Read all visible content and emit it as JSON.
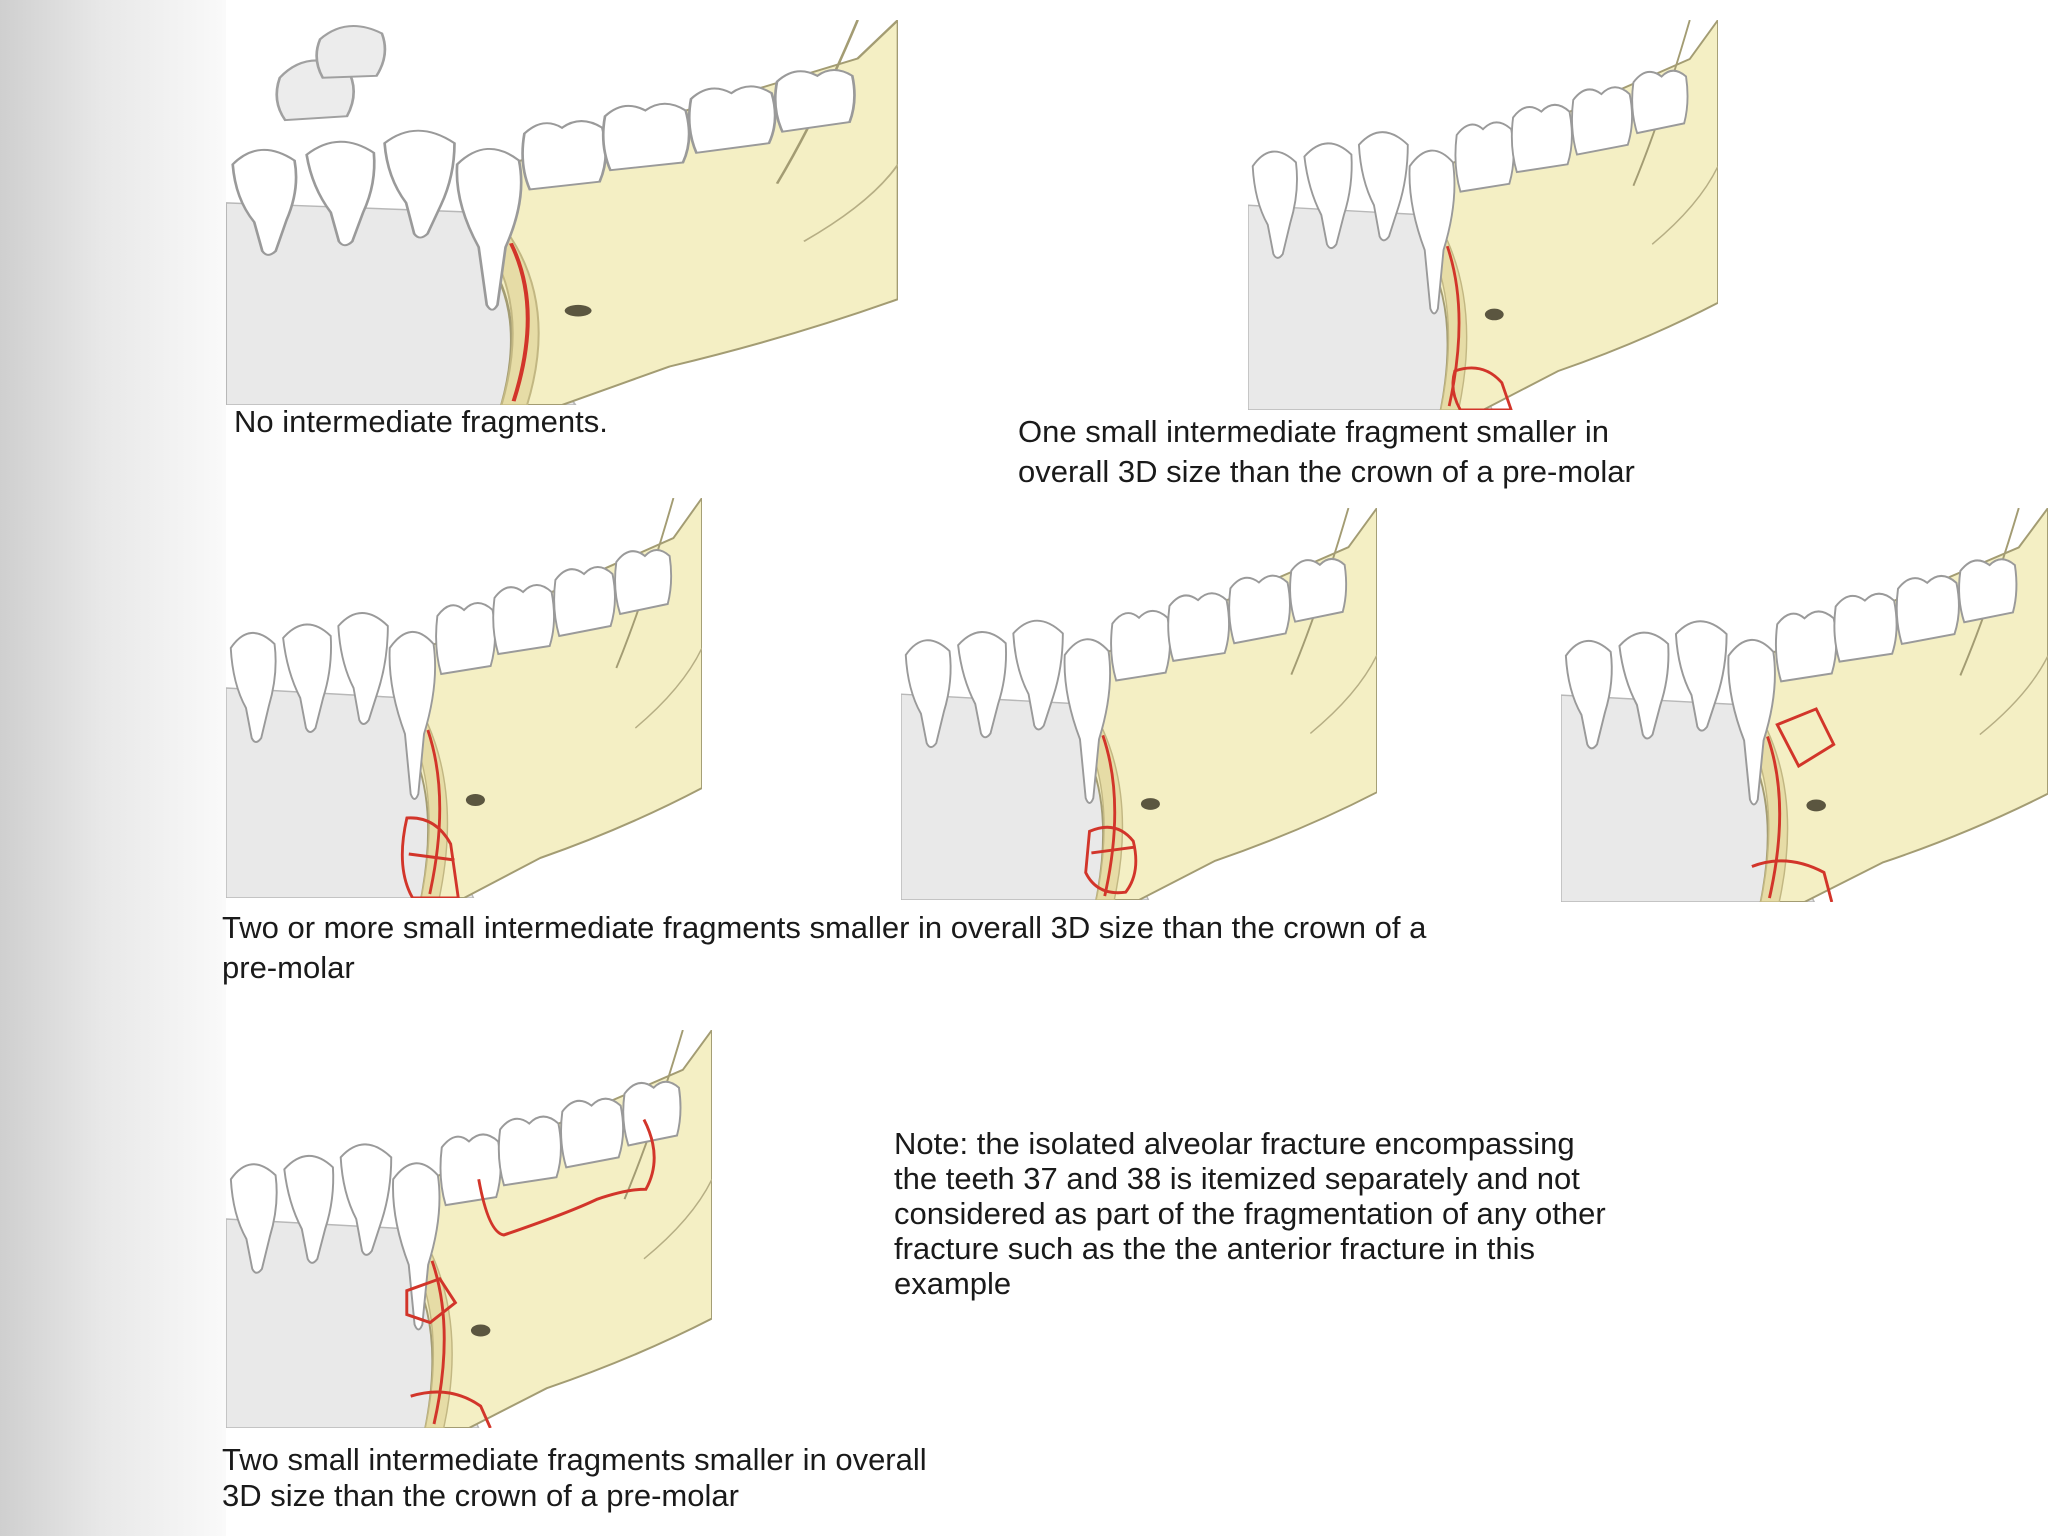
{
  "captions": {
    "no_fragments": "No intermediate fragments.",
    "one_fragment_line1": "One small intermediate fragment smaller in",
    "one_fragment_line2": "overall 3D size than the crown of a pre-molar",
    "two_or_more_line1": "Two or more small intermediate fragments smaller in overall 3D size than the crown of a",
    "two_or_more_line2": "pre-molar",
    "two_small_line1": "Two small intermediate fragments smaller in overall",
    "two_small_line2": "3D size than the crown of a pre-molar"
  },
  "note": {
    "line1": "Note: the isolated alveolar fracture encompassing",
    "line2": "the teeth 37 and 38  is itemized separately and not",
    "line3": "considered as part of the fragmentation of any other",
    "line4": "fracture such as the the anterior fracture in this",
    "line5": "example"
  },
  "colors": {
    "bone": "#f4efc4",
    "bone_dark": "#e6dca6",
    "tooth": "#ffffff",
    "outline": "#9a9a9a",
    "ghost": "#e9e9e9",
    "fracture": "#d2352a",
    "side_band": "#d8d8d8"
  }
}
